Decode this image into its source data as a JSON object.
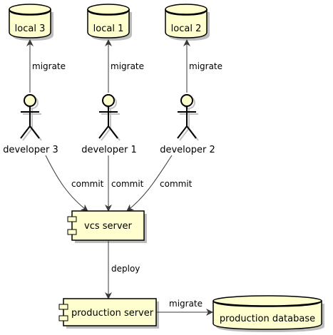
{
  "colors": {
    "node_fill": "#FEFECE",
    "stroke": "#000000",
    "edge": "#383838",
    "shadow": "#bdbdbd"
  },
  "databases": [
    {
      "id": "local3",
      "label": "local 3"
    },
    {
      "id": "local1",
      "label": "local 1"
    },
    {
      "id": "local2",
      "label": "local 2"
    },
    {
      "id": "production_database",
      "label": "production database"
    }
  ],
  "actors": [
    {
      "id": "developer3",
      "label": "developer 3"
    },
    {
      "id": "developer1",
      "label": "developer 1"
    },
    {
      "id": "developer2",
      "label": "developer 2"
    }
  ],
  "components": [
    {
      "id": "vcs_server",
      "label": "vcs server"
    },
    {
      "id": "production_server",
      "label": "production server"
    }
  ],
  "edges": [
    {
      "from": "developer3",
      "to": "local3",
      "label": "migrate"
    },
    {
      "from": "developer1",
      "to": "local1",
      "label": "migrate"
    },
    {
      "from": "developer2",
      "to": "local2",
      "label": "migrate"
    },
    {
      "from": "developer3",
      "to": "vcs_server",
      "label": "commit"
    },
    {
      "from": "developer1",
      "to": "vcs_server",
      "label": "commit"
    },
    {
      "from": "developer2",
      "to": "vcs_server",
      "label": "commit"
    },
    {
      "from": "vcs_server",
      "to": "production_server",
      "label": "deploy"
    },
    {
      "from": "production_server",
      "to": "production_database",
      "label": "migrate"
    }
  ]
}
